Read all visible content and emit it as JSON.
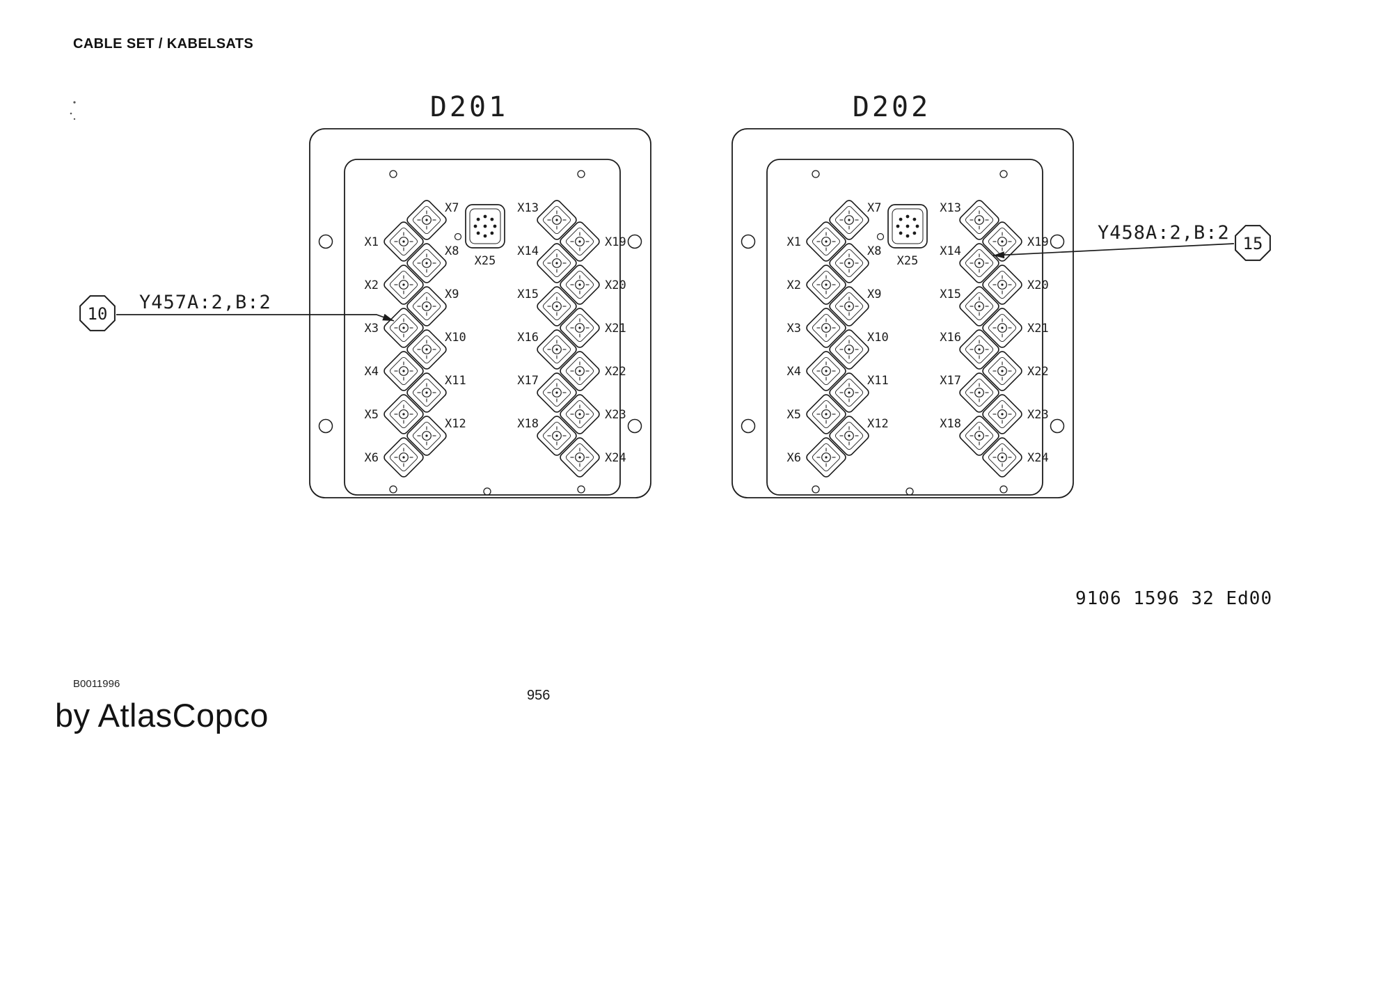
{
  "title": "CABLE SET / KABELSATS",
  "diagram": {
    "panels": [
      {
        "name": "D201",
        "left_connectors": [
          "X1",
          "X2",
          "X3",
          "X4",
          "X5",
          "X6"
        ],
        "left_inner_connectors": [
          "X7",
          "X8",
          "X9",
          "X10",
          "X11",
          "X12"
        ],
        "right_inner_connectors": [
          "X13",
          "X14",
          "X15",
          "X16",
          "X17",
          "X18"
        ],
        "right_connectors": [
          "X19",
          "X20",
          "X21",
          "X22",
          "X23",
          "X24"
        ],
        "center_connector": "X25"
      },
      {
        "name": "D202",
        "left_connectors": [
          "X1",
          "X2",
          "X3",
          "X4",
          "X5",
          "X6"
        ],
        "left_inner_connectors": [
          "X7",
          "X8",
          "X9",
          "X10",
          "X11",
          "X12"
        ],
        "right_inner_connectors": [
          "X13",
          "X14",
          "X15",
          "X16",
          "X17",
          "X18"
        ],
        "right_connectors": [
          "X19",
          "X20",
          "X21",
          "X22",
          "X23",
          "X24"
        ],
        "center_connector": "X25"
      }
    ],
    "callouts": [
      {
        "number": "10",
        "label": "Y457A:2,B:2"
      },
      {
        "number": "15",
        "label": "Y458A:2,B:2"
      }
    ]
  },
  "footer": {
    "document_number": "9106 1596 32 Ed00",
    "figure_code": "B0011996",
    "brand_line": "by AtlasCopco",
    "page_number": "956"
  },
  "ink_color": "#1c1c1c"
}
